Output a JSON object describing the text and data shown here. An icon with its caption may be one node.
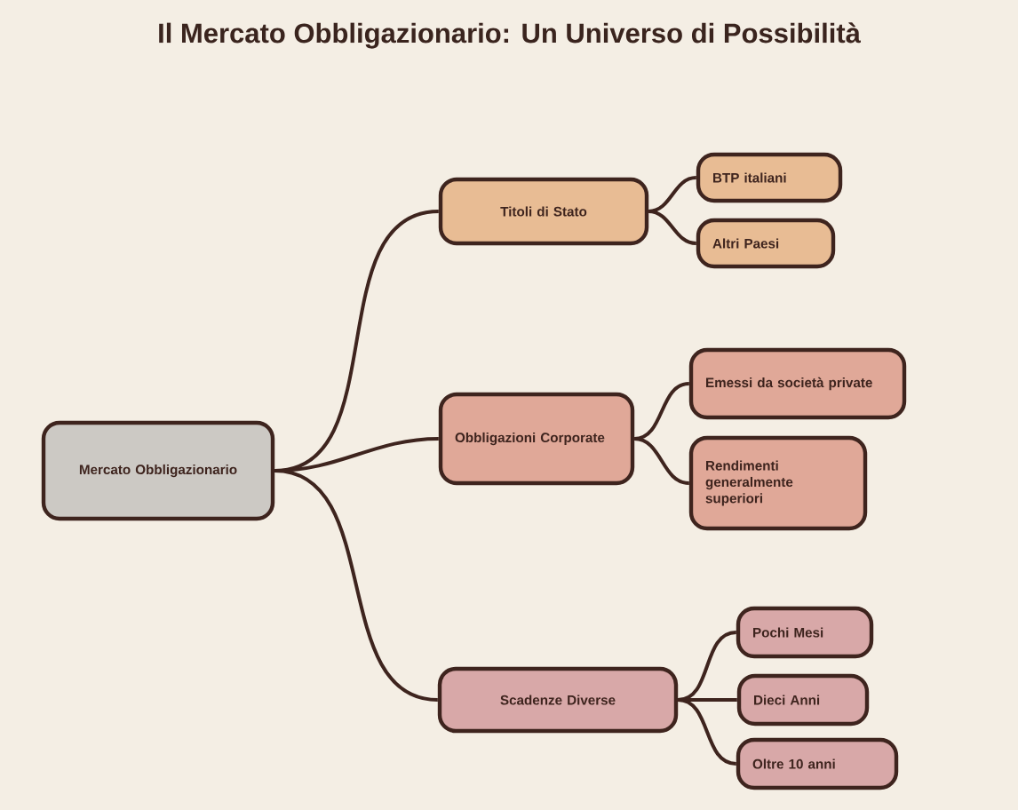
{
  "diagram": {
    "title": "Il Mercato Obbligazionario: Un Universo di Possibilità",
    "nodes": [
      {
        "text": [
          "Mercato Obbligazionario"
        ]
      },
      {
        "text": [
          "Titoli di Stato"
        ]
      },
      {
        "text": [
          "BTP italiani"
        ]
      },
      {
        "text": [
          "Altri Paesi"
        ]
      },
      {
        "text": [
          "Obbligazioni Corporate"
        ]
      },
      {
        "text": [
          "Emessi da società private"
        ]
      },
      {
        "text": [
          "Rendimenti generalmente superiori"
        ]
      },
      {
        "text": [
          "Scadenze Diverse"
        ]
      },
      {
        "text": [
          "Pochi Mesi"
        ]
      },
      {
        "text": [
          "Dieci Anni"
        ]
      },
      {
        "text": [
          "Oltre 10 anni"
        ]
      }
    ],
    "edges": [
      {
        "from": 0,
        "to": 1,
        "arrow": "none"
      },
      {
        "from": 0,
        "to": 4,
        "arrow": "none"
      },
      {
        "from": 0,
        "to": 7,
        "arrow": "none"
      },
      {
        "from": 1,
        "to": 2,
        "arrow": "none"
      },
      {
        "from": 1,
        "to": 3,
        "arrow": "none"
      },
      {
        "from": 4,
        "to": 5,
        "arrow": "none"
      },
      {
        "from": 4,
        "to": 6,
        "arrow": "none"
      },
      {
        "from": 7,
        "to": 8,
        "arrow": "none"
      },
      {
        "from": 7,
        "to": 9,
        "arrow": "none"
      },
      {
        "from": 7,
        "to": 10,
        "arrow": "none"
      }
    ]
  }
}
